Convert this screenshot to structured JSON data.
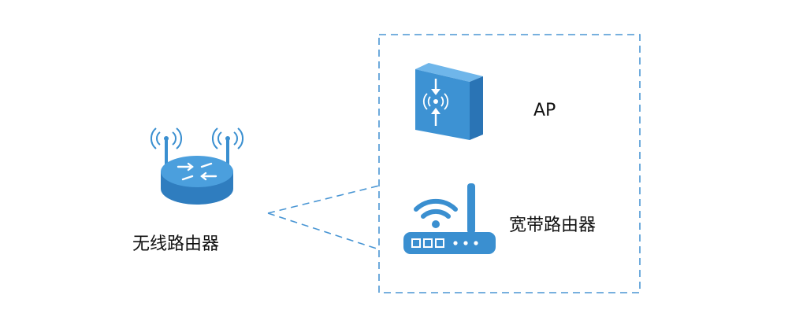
{
  "nodes": {
    "wireless_router": {
      "label": "无线路由器",
      "icon": "wireless-router-icon"
    },
    "ap": {
      "label": "AP",
      "icon": "access-point-icon"
    },
    "broadband_router": {
      "label": "宽带路由器",
      "icon": "broadband-router-icon"
    }
  },
  "colors": {
    "icon_blue": "#3a8fd0",
    "icon_dark": "#2f7dbf",
    "icon_light": "#56a8e4",
    "dash_blue": "#4a96d4"
  }
}
